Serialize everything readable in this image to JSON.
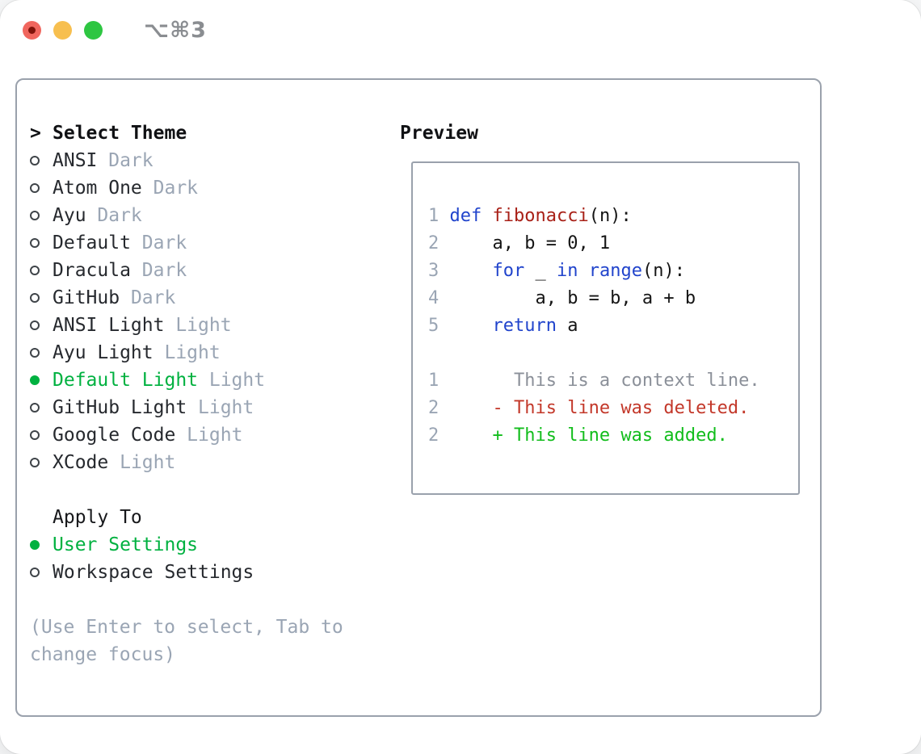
{
  "window": {
    "title": "⌥⌘3"
  },
  "theme_picker": {
    "prompt": ">",
    "title": "Select Theme",
    "items": [
      {
        "name": "ANSI",
        "variant": "Dark",
        "selected": false
      },
      {
        "name": "Atom One",
        "variant": "Dark",
        "selected": false
      },
      {
        "name": "Ayu",
        "variant": "Dark",
        "selected": false
      },
      {
        "name": "Default",
        "variant": "Dark",
        "selected": false
      },
      {
        "name": "Dracula",
        "variant": "Dark",
        "selected": false
      },
      {
        "name": "GitHub",
        "variant": "Dark",
        "selected": false
      },
      {
        "name": "ANSI Light",
        "variant": "Light",
        "selected": false
      },
      {
        "name": "Ayu Light",
        "variant": "Light",
        "selected": false
      },
      {
        "name": "Default Light",
        "variant": "Light",
        "selected": true
      },
      {
        "name": "GitHub Light",
        "variant": "Light",
        "selected": false
      },
      {
        "name": "Google Code",
        "variant": "Light",
        "selected": false
      },
      {
        "name": "XCode",
        "variant": "Light",
        "selected": false
      }
    ],
    "apply_to": {
      "title": "Apply To",
      "options": [
        {
          "label": "User Settings",
          "selected": true
        },
        {
          "label": "Workspace Settings",
          "selected": false
        }
      ]
    },
    "hint": "(Use Enter to select, Tab to change focus)"
  },
  "preview": {
    "title": "Preview",
    "code_lines": [
      {
        "num": "1",
        "segments": [
          {
            "t": "def",
            "c": "keyword"
          },
          {
            "t": " "
          },
          {
            "t": "fibonacci",
            "c": "function"
          },
          {
            "t": "(n):"
          }
        ]
      },
      {
        "num": "2",
        "segments": [
          {
            "t": "    a, b = 0, 1"
          }
        ]
      },
      {
        "num": "3",
        "segments": [
          {
            "t": "    "
          },
          {
            "t": "for",
            "c": "keyword"
          },
          {
            "t": " _ "
          },
          {
            "t": "in",
            "c": "keyword"
          },
          {
            "t": " "
          },
          {
            "t": "range",
            "c": "keyword"
          },
          {
            "t": "(n):"
          }
        ]
      },
      {
        "num": "4",
        "segments": [
          {
            "t": "        a, b = b, a + b"
          }
        ]
      },
      {
        "num": "5",
        "segments": [
          {
            "t": "    "
          },
          {
            "t": "return",
            "c": "keyword"
          },
          {
            "t": " a"
          }
        ]
      },
      {
        "num": "",
        "segments": []
      },
      {
        "num": "1",
        "segments": [
          {
            "t": "      This is a context line.",
            "c": "context"
          }
        ]
      },
      {
        "num": "2",
        "segments": [
          {
            "t": "    - This line was deleted.",
            "c": "deleted"
          }
        ]
      },
      {
        "num": "2",
        "segments": [
          {
            "t": "    + This line was added.",
            "c": "added"
          }
        ]
      }
    ]
  },
  "colors": {
    "text": "#26292e",
    "dim": "#9aa5b4",
    "green": "#00b140",
    "bullet_outline": "#3f4449",
    "panel_border": "#9aa1ac",
    "title_grey": "#8a8d91",
    "line_number": "#9aa5b4",
    "plain": "#151515",
    "keyword": "#2144cc",
    "function": "#a82017",
    "context": "#8b9099",
    "deleted": "#c3382a",
    "added": "#12bd1c",
    "traffic_red": "#f0665e",
    "traffic_red_dot": "#7f130a",
    "traffic_yellow": "#f7bf4f",
    "traffic_green": "#2ec642"
  }
}
